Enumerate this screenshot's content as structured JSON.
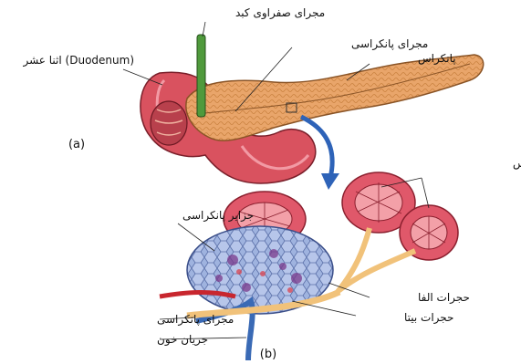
{
  "labels": {
    "bile_duct": "مجرای صفراوی کبد",
    "duodenum": "اثنا عشر (Duodenum)",
    "pancreatic_duct_top": "مجرای پانکراسی",
    "pancreas": "پانکراس",
    "panel_a": "(a)",
    "exocrine": "بخش اگزوکرین پانکراس",
    "islets": "جزایر پانکراسی",
    "alpha_cells": "حجرات الفا",
    "pancreatic_duct_bottom": "مجرای پانکراسی",
    "beta_cells": "حجرات بیتا",
    "blood_flow": "جریان خون",
    "panel_b": "(b)"
  },
  "colors": {
    "duodenum": "#d9525f",
    "pancreas": "#e9a56a",
    "bile_duct": "#4f9a3c",
    "acini": "#e0586a",
    "islet": "#93a7d6",
    "arrow": "#2e63b8",
    "duct": "#f1c27a",
    "artery": "#c8262e",
    "vein": "#3a6ab5"
  }
}
